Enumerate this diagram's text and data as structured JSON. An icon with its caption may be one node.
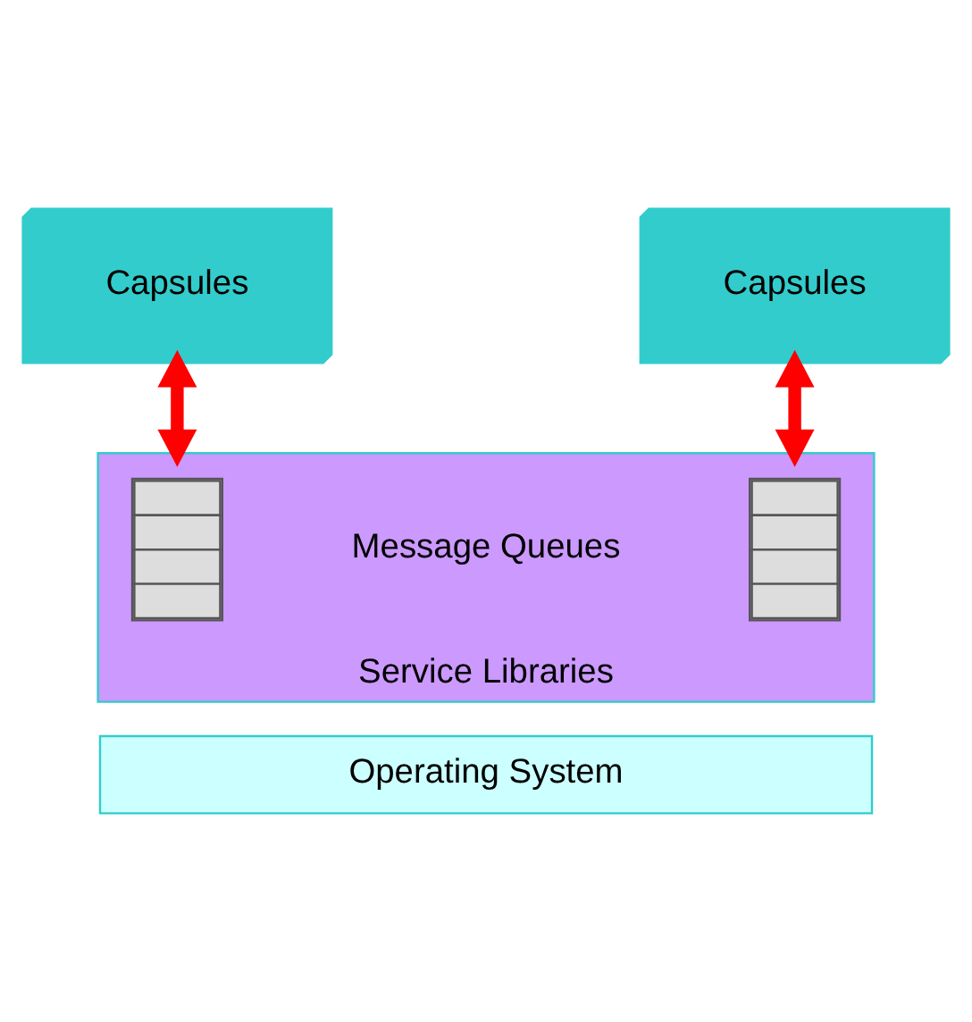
{
  "diagram": {
    "nodes": [
      {
        "text": [
          "Capsules"
        ]
      },
      {
        "text": [
          "Capsules"
        ]
      },
      {
        "text": [
          "Service Libraries"
        ]
      },
      {
        "text": [],
        "shape": "box",
        "in": 2
      },
      {
        "text": [],
        "shape": "box",
        "in": 2
      },
      {
        "text": [
          "Operating System"
        ]
      }
    ],
    "edges": [
      {
        "from": 0,
        "to": 2,
        "arrow": "both",
        "color": "#ff0000"
      },
      {
        "from": 1,
        "to": 2,
        "arrow": "both",
        "color": "#ff0000"
      }
    ],
    "labels": [
      "Message Queues"
    ]
  }
}
